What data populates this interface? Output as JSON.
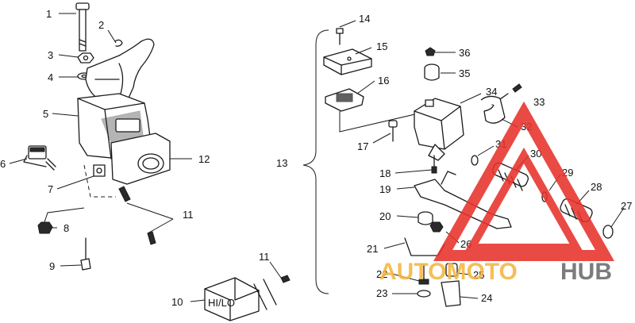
{
  "callouts": {
    "c1": "1",
    "c2": "2",
    "c3": "3",
    "c4": "4",
    "c5": "5",
    "c6": "6",
    "c7": "7",
    "c8": "8",
    "c9": "9",
    "c10": "10",
    "c11a": "11",
    "c11b": "11",
    "c12": "12",
    "c13": "13",
    "c14": "14",
    "c15": "15",
    "c16": "16",
    "c17": "17",
    "c18": "18",
    "c19": "19",
    "c20": "20",
    "c21": "21",
    "c22": "22",
    "c23": "23",
    "c24": "24",
    "c25": "25",
    "c26": "26",
    "c27": "27",
    "c28": "28",
    "c29": "29",
    "c30": "30",
    "c31": "31",
    "c32": "32",
    "c33": "33",
    "c34": "34",
    "c35": "35",
    "c36": "36"
  },
  "switch_label": "HI/LO",
  "watermark": {
    "brand_left": "AUTOMOTO",
    "brand_right": "HUB",
    "color_primary": "#e8322b",
    "color_accent": "#f4b63f",
    "color_dark": "#6b6b6b"
  }
}
